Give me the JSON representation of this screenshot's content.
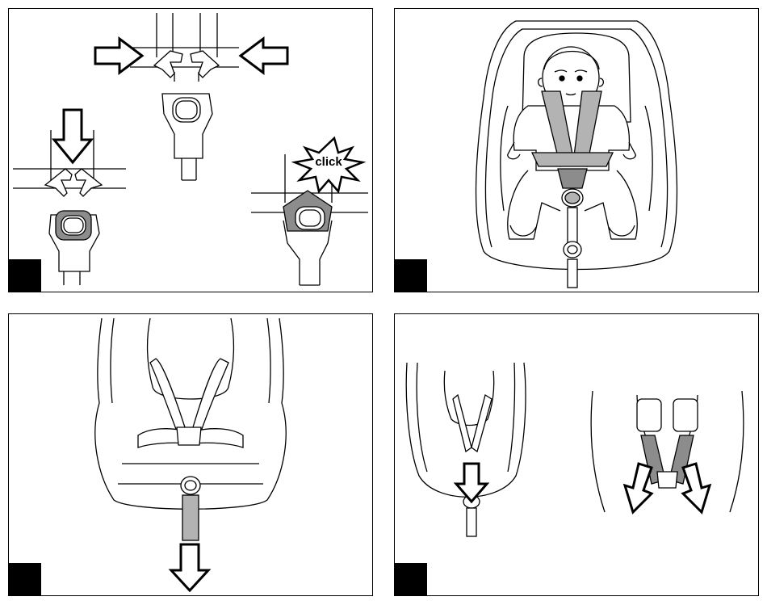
{
  "panels": [
    {
      "id": "step-1",
      "step_label": "",
      "callout_text": "click"
    },
    {
      "id": "step-2",
      "step_label": ""
    },
    {
      "id": "step-3",
      "step_label": ""
    },
    {
      "id": "step-4",
      "step_label": ""
    }
  ],
  "colors": {
    "line": "#000000",
    "strap_fill": "#b3b3b3",
    "buckle_fill": "#8c8c8c",
    "background": "#ffffff"
  }
}
